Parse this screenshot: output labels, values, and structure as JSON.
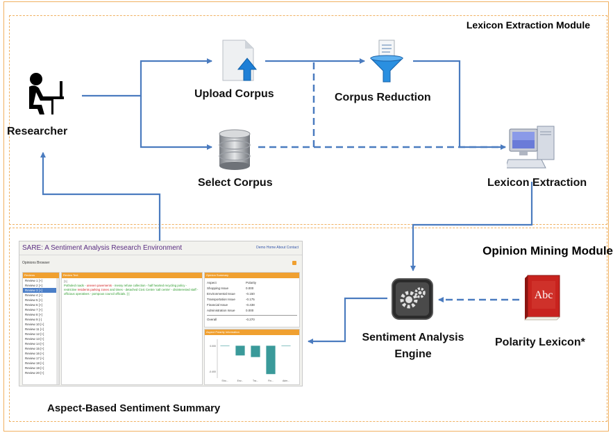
{
  "modules": {
    "lexicon_title": "Lexicon Extraction Module",
    "opinion_title": "Opinion Mining Module"
  },
  "nodes": {
    "researcher": "Researcher",
    "upload_corpus": "Upload Corpus",
    "select_corpus": "Select Corpus",
    "corpus_reduction": "Corpus Reduction",
    "lexicon_extraction": "Lexicon Extraction",
    "sentiment_engine_line1": "Sentiment Analysis",
    "sentiment_engine_line2": "Engine",
    "polarity_lexicon": "Polarity Lexicon*",
    "aspect_summary": "Aspect-Based  Sentiment Summary"
  },
  "icons": {
    "book_text": "Abc"
  },
  "sare": {
    "title": "SARE: A Sentiment Analysis Research Environment",
    "top_links": "Demo Home  About  Contact",
    "subtitle": "Opinions Browser",
    "reviews_head": "Reviews",
    "review_text_head": "Review Text",
    "opinion_summary_head": "Opinion Summary",
    "aspect_polarity_head": "Aspect Polarity Information",
    "reviews": [
      "Review 1 [+]",
      "Review 2 [+]",
      "Review 3 [+]",
      "Review 4 [+]",
      "Review 5 [+]",
      "Review 6 [+]",
      "Review 7 [+]",
      "Review 8 [+]",
      "Review 9 [-]",
      "Review 10 [+]",
      "Review 11 [+]",
      "Review 12 [+]",
      "Review 13 [+]",
      "Review 14 [+]",
      "Review 15 [+]",
      "Review 16 [+]",
      "Review 17 [+]",
      "Review 18 [+]",
      "Review 19 [+]",
      "Review 20 [+]"
    ],
    "review_text_id": "[5]",
    "review_text": {
      "p1": "Potholed roads - ",
      "n1": "uneven pavements",
      "p2": " - messy refuse collection - half hearted recycling policy - restrictive ",
      "n2": "residents parking zones",
      "p3": " and times - detached Civic Centre 'call centre' - disinterested staff - officious operatives - pompous council officials. [-]"
    },
    "summary_headers": {
      "aspect": "Aspect",
      "polarity": "Polarity"
    },
    "summary_rows": [
      {
        "aspect": "Shopping Issue",
        "polarity": "0.000"
      },
      {
        "aspect": "Environmental Issue",
        "polarity": "-0.150"
      },
      {
        "aspect": "Transportation Issue",
        "polarity": "-0.175"
      },
      {
        "aspect": "Financial Issue",
        "polarity": "-0.438"
      },
      {
        "aspect": "Administration Issue",
        "polarity": "0.000"
      }
    ],
    "overall": {
      "aspect": "Overall",
      "polarity": "-0.270"
    },
    "chart": {
      "yticks": [
        "0.000",
        "-0.400"
      ],
      "categories": [
        "Sho...",
        "Env...",
        "Tra...",
        "Fin...",
        "Adm..."
      ],
      "values": [
        0.0,
        -0.15,
        -0.175,
        -0.438,
        0.0
      ],
      "ylim": [
        -0.5,
        0.1
      ],
      "bar_color": "#3a9a9a"
    }
  },
  "colors": {
    "arrow": "#4a7bbf",
    "module_border": "#f0b060",
    "sare_title": "#5a2d82",
    "panel_header": "#f0a030"
  }
}
